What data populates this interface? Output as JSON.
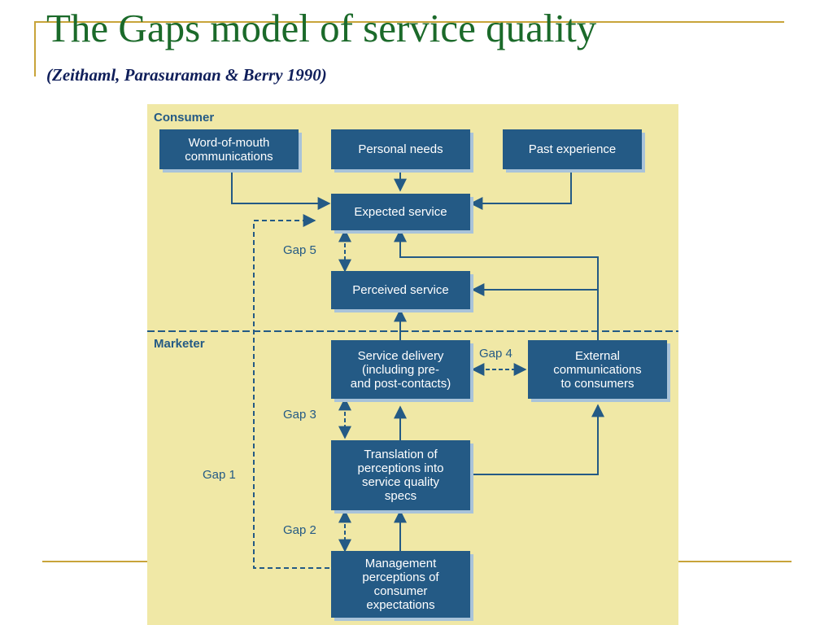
{
  "slide": {
    "title": "The Gaps model of  service quality",
    "subtitle": "(Zeithaml, Parasuraman & Berry 1990)"
  },
  "diagram": {
    "sections": {
      "consumer": "Consumer",
      "marketer": "Marketer"
    },
    "boxes": {
      "word_of_mouth": "Word-of-mouth\ncommunications",
      "personal_needs": "Personal needs",
      "past_experience": "Past experience",
      "expected_service": "Expected service",
      "perceived_service": "Perceived service",
      "service_delivery": "Service delivery\n(including pre-\nand post-contacts)",
      "external_communications": "External\ncommunications\nto consumers",
      "translation": "Translation of\nperceptions into\nservice quality\nspecs",
      "management_perceptions": "Management\nperceptions of\nconsumer\nexpectations"
    },
    "gaps": {
      "gap1": "Gap 1",
      "gap2": "Gap 2",
      "gap3": "Gap 3",
      "gap4": "Gap 4",
      "gap5": "Gap 5"
    }
  },
  "colors": {
    "title": "#1b6a2a",
    "subtitle": "#0f1e5a",
    "panel_background": "#f0e8a6",
    "box_fill": "#245a85",
    "arrow": "#245a85",
    "rule": "#c8a43a"
  }
}
